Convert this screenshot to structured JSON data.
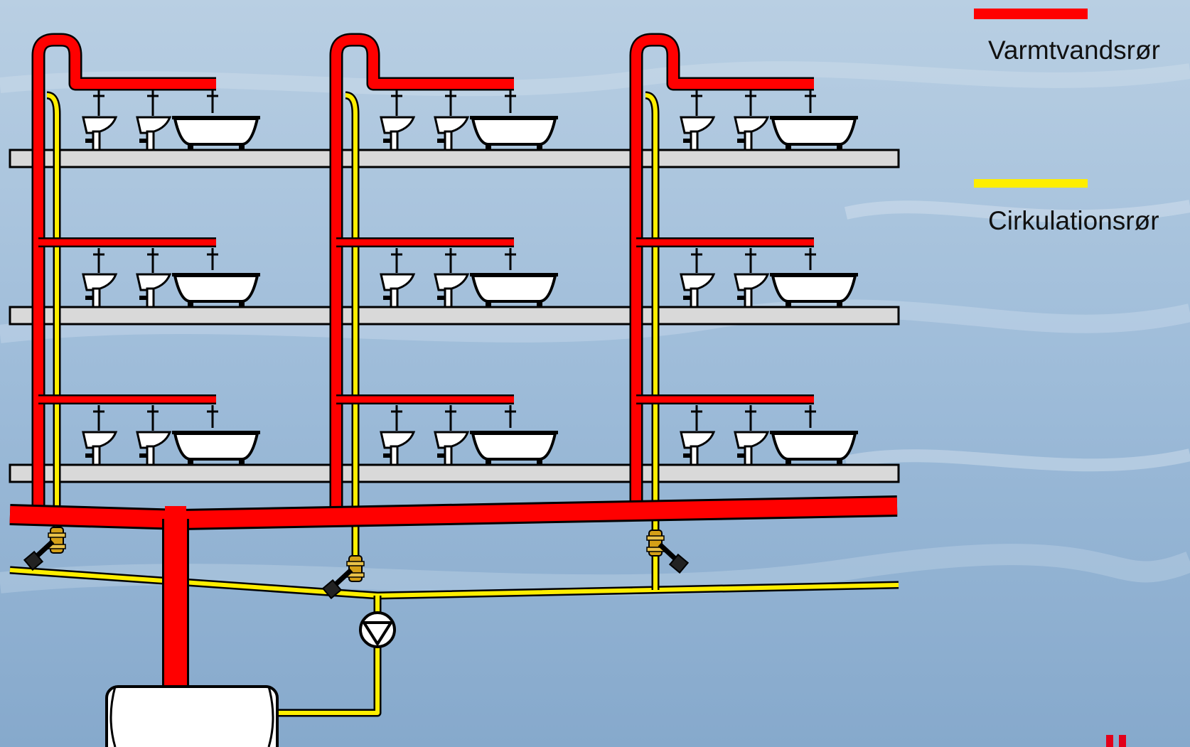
{
  "legend": {
    "hot_water_label": "Varmtvandsrør",
    "circulation_label": "Cirkulationsrør"
  },
  "colors": {
    "hot_water_pipe": "#ff0000",
    "circulation_pipe": "#ffee00",
    "floor_slab": "#d9d9d9",
    "background_sky": "#8fb1cf",
    "outline": "#000000",
    "valve_body": "#d4a017",
    "corner_mark": "#e2001a"
  },
  "diagram": {
    "risers": 3,
    "floors": 3,
    "fixtures_per_floor_per_riser": [
      "washbasin-icon",
      "washbasin-icon",
      "bathtub-icon"
    ],
    "balancing_valves": 3,
    "pumps": 1,
    "tanks": 1
  }
}
